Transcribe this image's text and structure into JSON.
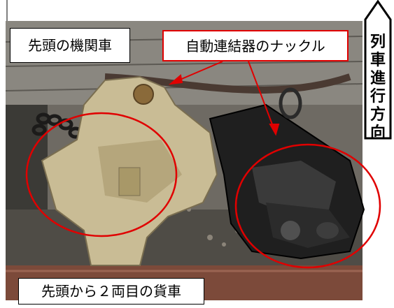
{
  "labels": {
    "lead_locomotive": "先頭の機関車",
    "coupler_knuckle": "自動連結器のナックル",
    "second_wagon": "先頭から２両目の貨車",
    "direction": [
      "列",
      "車",
      "進",
      "行",
      "方",
      "向"
    ]
  },
  "colors": {
    "annotation_red": "#e00000",
    "label_border": "#000000",
    "label_bg": "#ffffff"
  }
}
